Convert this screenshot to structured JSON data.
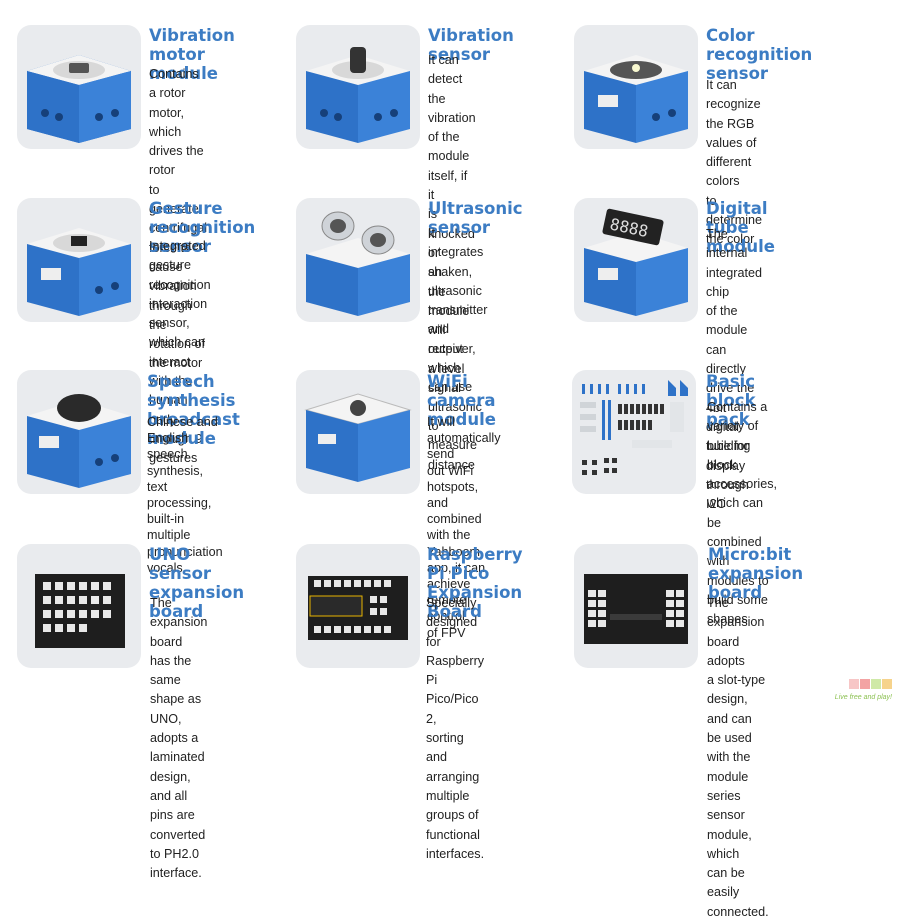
{
  "products": [
    {
      "id": "vibration-motor-module",
      "title": "Vibration motor\nmodule",
      "desc": "Contains a rotor motor,\nwhich drives the rotor\nto generate centrifugal\nforce to cause vibration\nthrough the rotation of\nthe motor",
      "top_icon": "motor-icon"
    },
    {
      "id": "vibration-sensor",
      "title": "Vibration sensor",
      "desc": "It can detect the vibration\nof the module itself, if it\nis knocked or shaken,\nthe module will output\na level signal",
      "top_icon": "sensor-icon"
    },
    {
      "id": "color-recognition-sensor",
      "title": "Color recognition\nsensor",
      "desc": "It can recognize the RGB\nvalues of different colors\nto determine the color",
      "top_icon": "color-sensor-icon"
    },
    {
      "id": "gesture-recognition-sensor",
      "title": "Gesture recognition\nsensor",
      "desc": "Integrated gesture\nrecognition interaction\nsensor, which can interact\nwith the human body\nthrough 9 gestures",
      "top_icon": "gesture-sensor-icon"
    },
    {
      "id": "ultrasonic-sensor",
      "title": "Ultrasonic sensor",
      "desc": "It integrates an\nultrasonic transmitter\nand receiver, which\ncan use ultrasonic to\nmeasure distance",
      "top_icon": "ultrasonic-icon"
    },
    {
      "id": "digital-tube-module",
      "title": "Digital tube module",
      "desc": "The internal integrated chip\nof the module can directly\ndrive the 4bit digital tube for\ndisplay through I2C",
      "top_icon": "digital-tube-icon"
    },
    {
      "id": "speech-synthesis-module",
      "title": "Speech synthesis\nbroadcast module",
      "desc": "Chinese and English\nspeech synthesis, text\nprocessing, built-in\nmultiple pronunciation\nvocals",
      "top_icon": "speaker-icon"
    },
    {
      "id": "wifi-camera-module",
      "title": "WiFi camera\nmodule",
      "desc": "It will automatically send\nout WiFi hotspots, and\ncombined with the\nYahboom app, it can\nachieve remote control\nof FPV",
      "top_icon": "camera-icon"
    },
    {
      "id": "basic-block-pack",
      "title": "Basic block pack",
      "desc": "Contains a variety of building\nblock accessories, which can\nbe combined with modules to\nbuild some shapes",
      "top_icon": "blocks-icon"
    },
    {
      "id": "uno-sensor-expansion-board",
      "title": "UNO sensor\nexpansion board",
      "desc": "The expansion board\nhas the same shape as\nUNO, adopts a laminated\ndesign, and all pins are\nconverted to PH2.0\ninterface.",
      "top_icon": "uno-board-icon"
    },
    {
      "id": "raspberry-pi-pico-expansion-board",
      "title": "Raspberry Pi Pico\nExpansion Board",
      "desc": "Specially designed for\nRaspberry Pi Pico/Pico 2,\nsorting and arranging\nmultiple groups of\nfunctional interfaces.",
      "top_icon": "pico-board-icon"
    },
    {
      "id": "microbit-expansion-board",
      "title": "Micro:bit expansion\nboard",
      "desc": "The expansion board adopts\na slot-type design, and can\nbe used with the module\nseries sensor module, which\ncan be easily connected.",
      "top_icon": "microbit-board-icon"
    }
  ],
  "watermark": {
    "tagline": "Live free and play!"
  }
}
